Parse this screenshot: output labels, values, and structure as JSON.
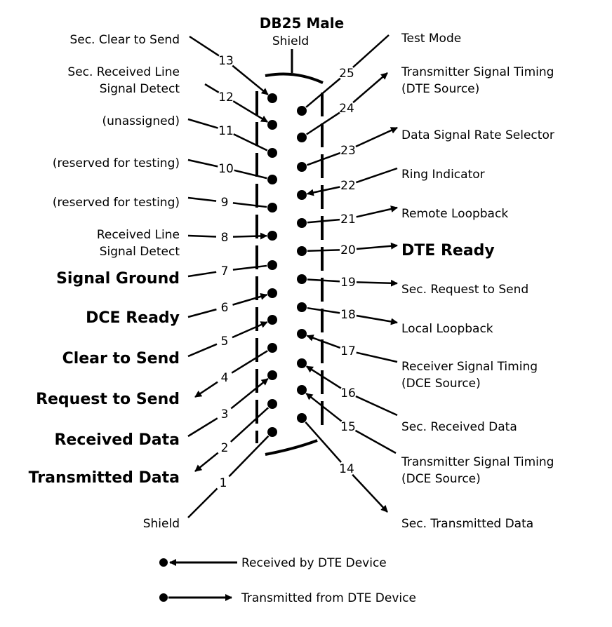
{
  "title": "DB25 Male",
  "shield_label": "Shield",
  "legend": {
    "received": "Received by DTE Device",
    "transmitted": "Transmitted from DTE Device"
  },
  "pins": [
    {
      "num": "1",
      "lines": [
        "Shield"
      ],
      "dir": "none"
    },
    {
      "num": "2",
      "lines": [
        "Transmitted Data"
      ],
      "dir": "out"
    },
    {
      "num": "3",
      "lines": [
        "Received Data"
      ],
      "dir": "in"
    },
    {
      "num": "4",
      "lines": [
        "Request to Send"
      ],
      "dir": "out"
    },
    {
      "num": "5",
      "lines": [
        "Clear to Send"
      ],
      "dir": "in"
    },
    {
      "num": "6",
      "lines": [
        "DCE Ready"
      ],
      "dir": "in"
    },
    {
      "num": "7",
      "lines": [
        "Signal Ground"
      ],
      "dir": "none"
    },
    {
      "num": "8",
      "lines": [
        "Received Line",
        "Signal Detect"
      ],
      "dir": "in"
    },
    {
      "num": "9",
      "lines": [
        "(reserved for testing)"
      ],
      "dir": "none"
    },
    {
      "num": "10",
      "lines": [
        "(reserved for testing)"
      ],
      "dir": "none"
    },
    {
      "num": "11",
      "lines": [
        "(unassigned)"
      ],
      "dir": "none"
    },
    {
      "num": "12",
      "lines": [
        "Sec. Received Line",
        "Signal Detect"
      ],
      "dir": "in"
    },
    {
      "num": "13",
      "lines": [
        "Sec. Clear to Send"
      ],
      "dir": "in"
    },
    {
      "num": "14",
      "lines": [
        "Sec. Transmitted Data"
      ],
      "dir": "out"
    },
    {
      "num": "15",
      "lines": [
        "Transmitter Signal Timing",
        "(DCE Source)"
      ],
      "dir": "in"
    },
    {
      "num": "16",
      "lines": [
        "Sec. Received Data"
      ],
      "dir": "in"
    },
    {
      "num": "17",
      "lines": [
        "Receiver Signal Timing",
        "(DCE Source)"
      ],
      "dir": "in"
    },
    {
      "num": "18",
      "lines": [
        "Local Loopback"
      ],
      "dir": "out"
    },
    {
      "num": "19",
      "lines": [
        "Sec. Request to Send"
      ],
      "dir": "out"
    },
    {
      "num": "20",
      "lines": [
        "DTE Ready"
      ],
      "dir": "out"
    },
    {
      "num": "21",
      "lines": [
        "Remote Loopback"
      ],
      "dir": "out"
    },
    {
      "num": "22",
      "lines": [
        "Ring Indicator"
      ],
      "dir": "in"
    },
    {
      "num": "23",
      "lines": [
        "Data Signal Rate Selector"
      ],
      "dir": "out"
    },
    {
      "num": "24",
      "lines": [
        "Transmitter Signal Timing",
        "(DTE Source)"
      ],
      "dir": "out"
    },
    {
      "num": "25",
      "lines": [
        "Test Mode"
      ],
      "dir": "none"
    }
  ]
}
